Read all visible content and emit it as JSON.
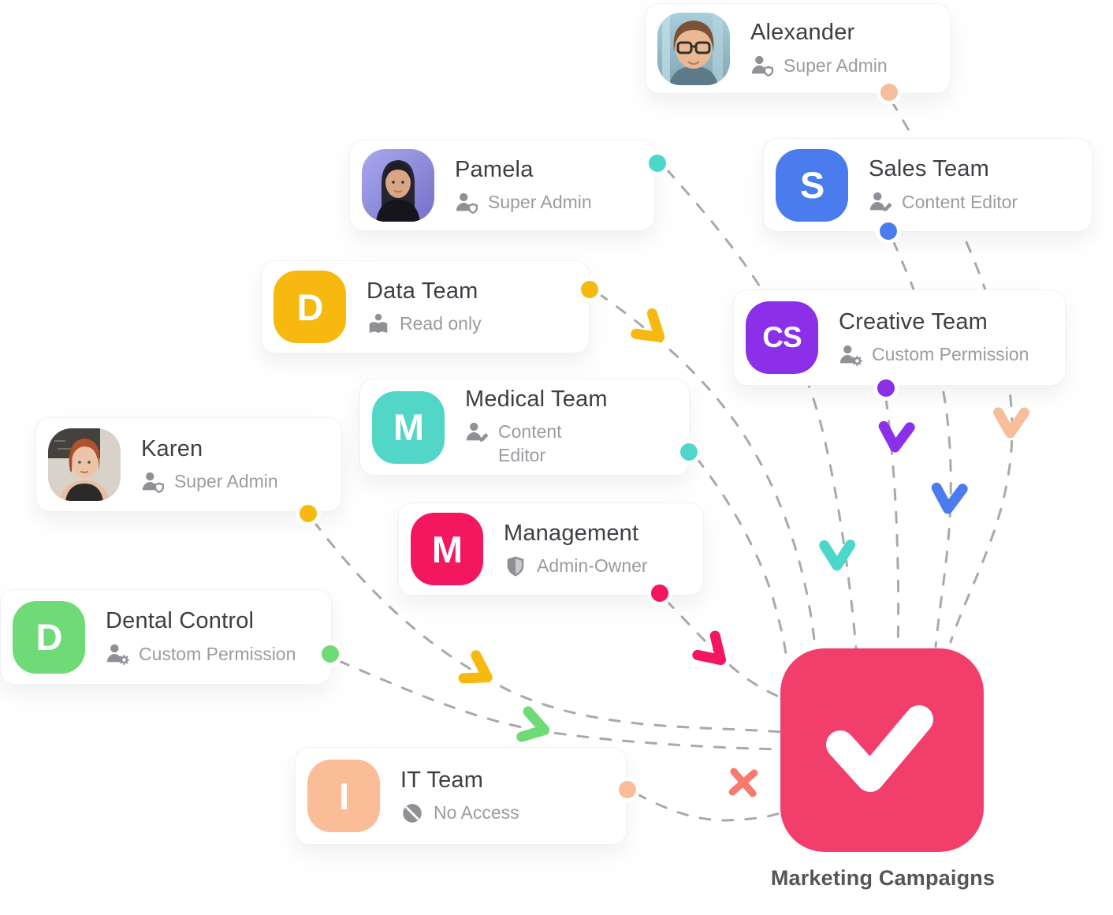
{
  "page": {
    "background": "#ffffff"
  },
  "center": {
    "label": "Marketing Campaigns",
    "icon": "check-icon",
    "color": "#F23E6B"
  },
  "connectors": {
    "line_color": "#A9A9A9",
    "blocked_color": "#F9796D"
  },
  "cards": [
    {
      "name": "Alexander",
      "role": "Super Admin",
      "role_icon": "user-shield-icon",
      "avatar": "photo-man-glasses",
      "dot_color": "#F8BE9B"
    },
    {
      "name": "Pamela",
      "role": "Super Admin",
      "role_icon": "user-shield-icon",
      "avatar": "photo-woman-dark-hair",
      "dot_color": "#4BD7CA"
    },
    {
      "name": "Sales Team",
      "role": "Content Editor",
      "role_icon": "user-pencil-icon",
      "letter": "S",
      "icon_color": "#4A7CEE",
      "dot_color": "#4A7CEE"
    },
    {
      "name": "Data Team",
      "role": "Read only",
      "role_icon": "book-reader-icon",
      "letter": "D",
      "icon_color": "#F7B90F",
      "dot_color": "#F7B90F"
    },
    {
      "name": "Creative Team",
      "role": "Custom Permission",
      "role_icon": "user-gear-icon",
      "letter": "CS",
      "icon_color": "#8C2FE9",
      "dot_color": "#8C2FE9"
    },
    {
      "name": "Medical Team",
      "role": "Content Editor",
      "role_icon": "user-pencil-icon",
      "letter": "M",
      "icon_color": "#52D6C8",
      "dot_color": "#52D6C8"
    },
    {
      "name": "Karen",
      "role": "Super Admin",
      "role_icon": "user-shield-icon",
      "avatar": "photo-woman-red-hair",
      "dot_color": "#F7B90F"
    },
    {
      "name": "Management",
      "role": "Admin-Owner",
      "role_icon": "shield-icon",
      "letter": "M",
      "icon_color": "#F2175F",
      "dot_color": "#F2175F"
    },
    {
      "name": "Dental Control",
      "role": "Custom Permission",
      "role_icon": "user-gear-icon",
      "letter": "D",
      "icon_color": "#6FDB77",
      "dot_color": "#6FDB77"
    },
    {
      "name": "IT Team",
      "role": "No Access",
      "role_icon": "no-access-icon",
      "letter": "I",
      "icon_color": "#FABD97",
      "dot_color": "#FABD97"
    }
  ]
}
